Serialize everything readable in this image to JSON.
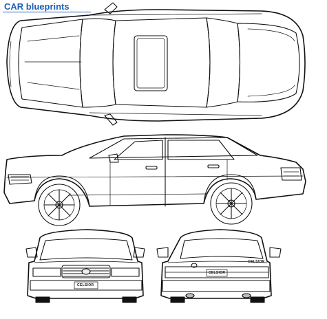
{
  "logo": {
    "brand": "CAR",
    "suffix": "blueprints"
  },
  "badges": {
    "front_plate": "CELSIOR",
    "rear_plate": "CELSIOR",
    "rear_script": "CELSIOR"
  }
}
